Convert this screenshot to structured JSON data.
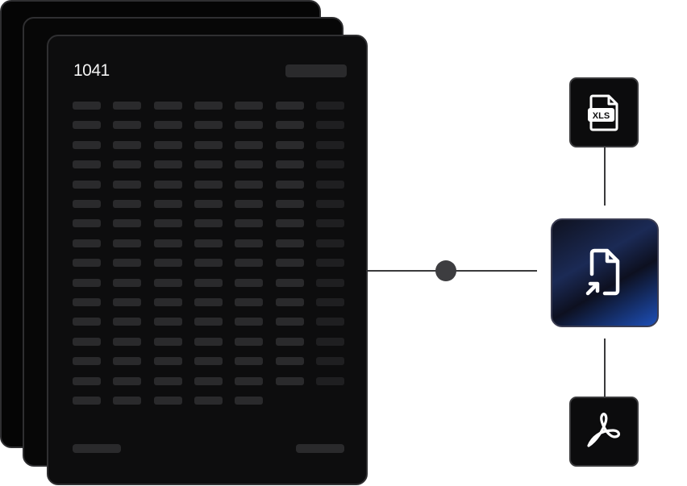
{
  "document": {
    "form_number": "1041",
    "rows": 16,
    "columns": 7,
    "last_row_columns": 5,
    "rows_in_last_column": 15
  },
  "outputs": [
    {
      "format": "XLS",
      "icon": "xls-file-icon"
    },
    {
      "format": "PDF",
      "icon": "acrobat-pdf-icon"
    }
  ],
  "converter": {
    "icon": "file-convert-icon"
  },
  "colors": {
    "sheet": "#0d0d0e",
    "sheet_border": "#2f2f31",
    "placeholder_bar": "#2a2a2c",
    "connector": "#3a3a3c",
    "converter_accent": "#1d4fb8",
    "icon_stroke": "#ffffff"
  }
}
